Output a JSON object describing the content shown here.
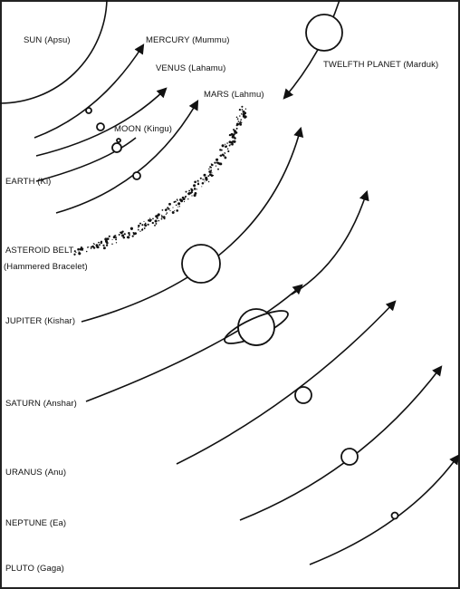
{
  "labels": {
    "sun": "SUN (Apsu)",
    "mercury": "MERCURY (Mummu)",
    "venus": "VENUS (Lahamu)",
    "mars": "MARS (Lahmu)",
    "moon": "MOON (Kingu)",
    "twelfth_planet": "TWELFTH PLANET (Marduk)",
    "earth": "EARTH (Ki)",
    "asteroid_belt_line1": "ASTEROID BELT",
    "asteroid_belt_line2": "(Hammered Bracelet)",
    "jupiter": "JUPITER (Kishar)",
    "saturn": "SATURN (Anshar)",
    "uranus": "URANUS (Anu)",
    "neptune": "NEPTUNE (Ea)",
    "pluto": "PLUTO (Gaga)"
  },
  "colors": {
    "ink": "#111111",
    "background": "#ffffff"
  }
}
